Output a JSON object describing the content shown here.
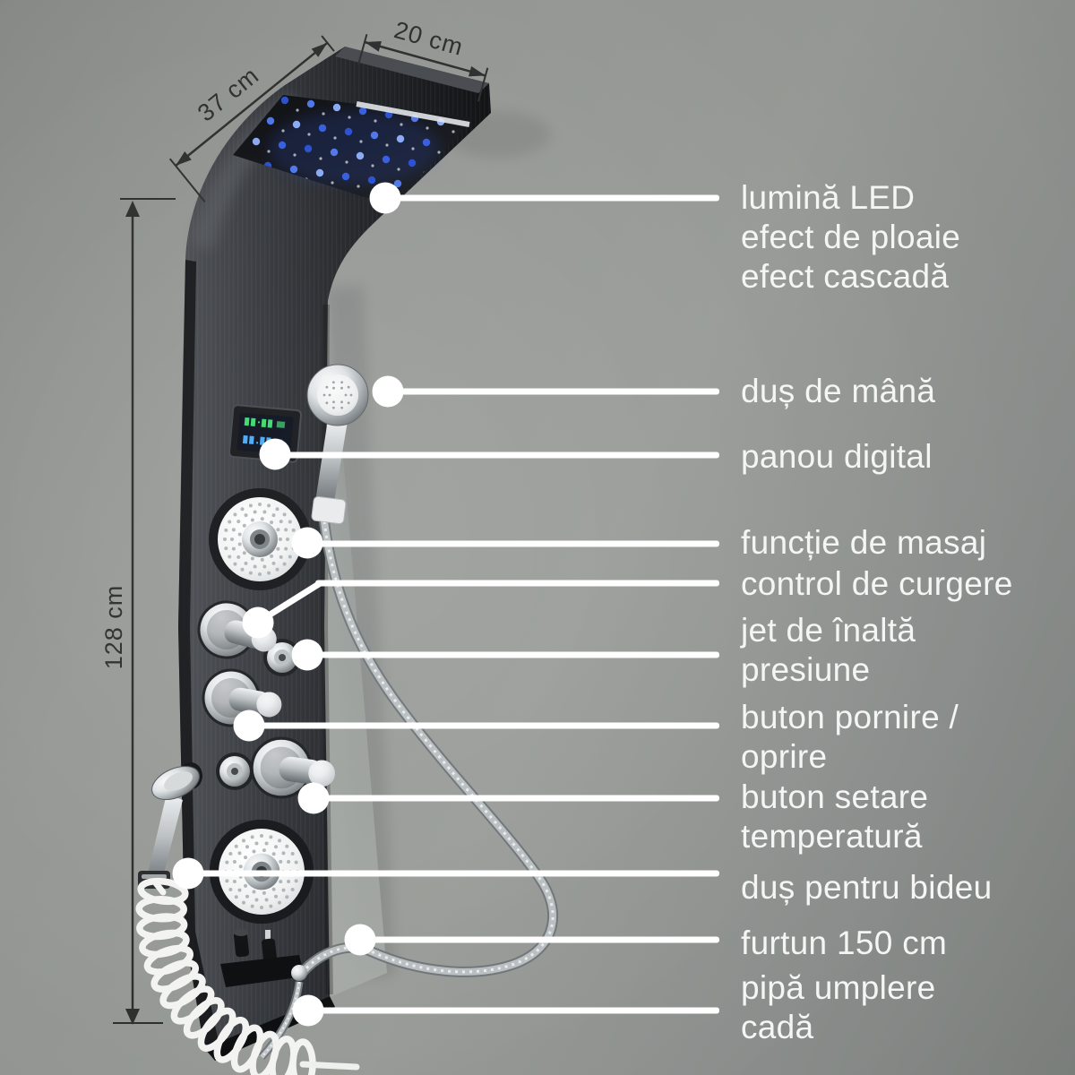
{
  "dimension_labels": {
    "head_width": "20 cm",
    "head_depth": "37 cm",
    "panel_height": "128 cm"
  },
  "callouts": [
    {
      "id": "led-light",
      "label": "lumină LED\nefect de ploaie\nefect cascadă"
    },
    {
      "id": "hand-shower",
      "label": "duș de mână"
    },
    {
      "id": "digital-panel",
      "label": "panou digital"
    },
    {
      "id": "massage-function",
      "label": "funcție de masaj"
    },
    {
      "id": "flow-control",
      "label": "control de curgere"
    },
    {
      "id": "high-pressure-jet",
      "label": "jet de înaltă\npresiune"
    },
    {
      "id": "start-stop-button",
      "label": "buton pornire /\noprire"
    },
    {
      "id": "temperature-button",
      "label": "buton setare\ntemperatură"
    },
    {
      "id": "bidet-shower",
      "label": "duș pentru bideu"
    },
    {
      "id": "hose-150",
      "label": "furtun 150 cm"
    },
    {
      "id": "tub-filler-spout",
      "label": "pipă umplere\ncadă"
    }
  ],
  "colors": {
    "background": "#8f928f",
    "panel_dark": "#1c1e22",
    "led_blue": "#3b62e8",
    "callout_white": "#ffffff",
    "annotation_dark": "#2c2c2c",
    "label_text": "#f4f5f4",
    "display_row1": "#3bd96d",
    "display_row2": "#4aa8f5"
  }
}
